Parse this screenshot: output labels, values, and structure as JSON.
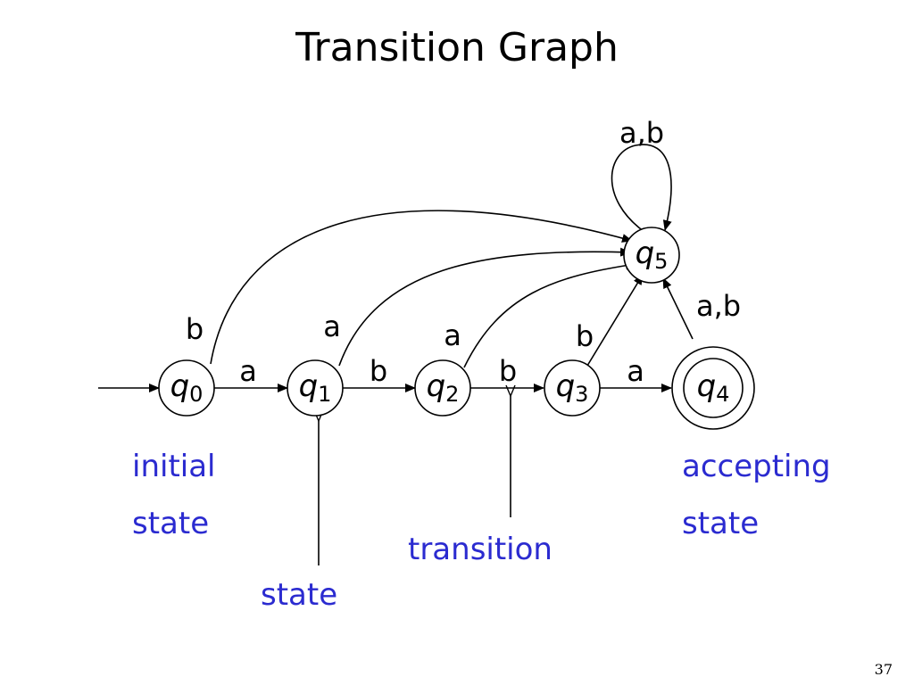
{
  "title": "Transition Graph",
  "page_number": "37",
  "states": [
    {
      "id": "q0",
      "letter": "q",
      "sub": "0",
      "accepting": false
    },
    {
      "id": "q1",
      "letter": "q",
      "sub": "1",
      "accepting": false
    },
    {
      "id": "q2",
      "letter": "q",
      "sub": "2",
      "accepting": false
    },
    {
      "id": "q3",
      "letter": "q",
      "sub": "3",
      "accepting": false
    },
    {
      "id": "q4",
      "letter": "q",
      "sub": "4",
      "accepting": true
    },
    {
      "id": "q5",
      "letter": "q",
      "sub": "5",
      "accepting": false
    }
  ],
  "transitions": [
    {
      "from": "q0",
      "to": "q1",
      "label": "a"
    },
    {
      "from": "q1",
      "to": "q2",
      "label": "b"
    },
    {
      "from": "q2",
      "to": "q3",
      "label": "b"
    },
    {
      "from": "q3",
      "to": "q4",
      "label": "a"
    },
    {
      "from": "q0",
      "to": "q5",
      "label": "b"
    },
    {
      "from": "q1",
      "to": "q5",
      "label": "a"
    },
    {
      "from": "q2",
      "to": "q5",
      "label": "a"
    },
    {
      "from": "q3",
      "to": "q5",
      "label": "b"
    },
    {
      "from": "q4",
      "to": "q5",
      "label": "a,b"
    },
    {
      "from": "q5",
      "to": "q5",
      "label": "a,b"
    }
  ],
  "annotations": {
    "initial_line1": "initial",
    "initial_line2": "state",
    "state": "state",
    "transition": "transition",
    "accepting_line1": "accepting",
    "accepting_line2": "state"
  }
}
